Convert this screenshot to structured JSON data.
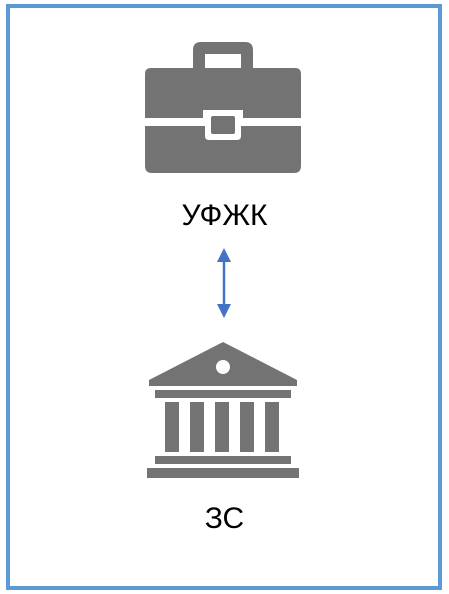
{
  "diagram": {
    "top_entity": {
      "label": "УФЖК",
      "icon": "briefcase-icon"
    },
    "connector": {
      "type": "bidirectional-arrow",
      "icon": "double-arrow-icon"
    },
    "bottom_entity": {
      "label": "ЗС",
      "icon": "government-building-icon"
    }
  },
  "colors": {
    "border": "#5b9bd5",
    "icon_fill": "#737373",
    "arrow": "#4472c4",
    "text": "#000000"
  }
}
